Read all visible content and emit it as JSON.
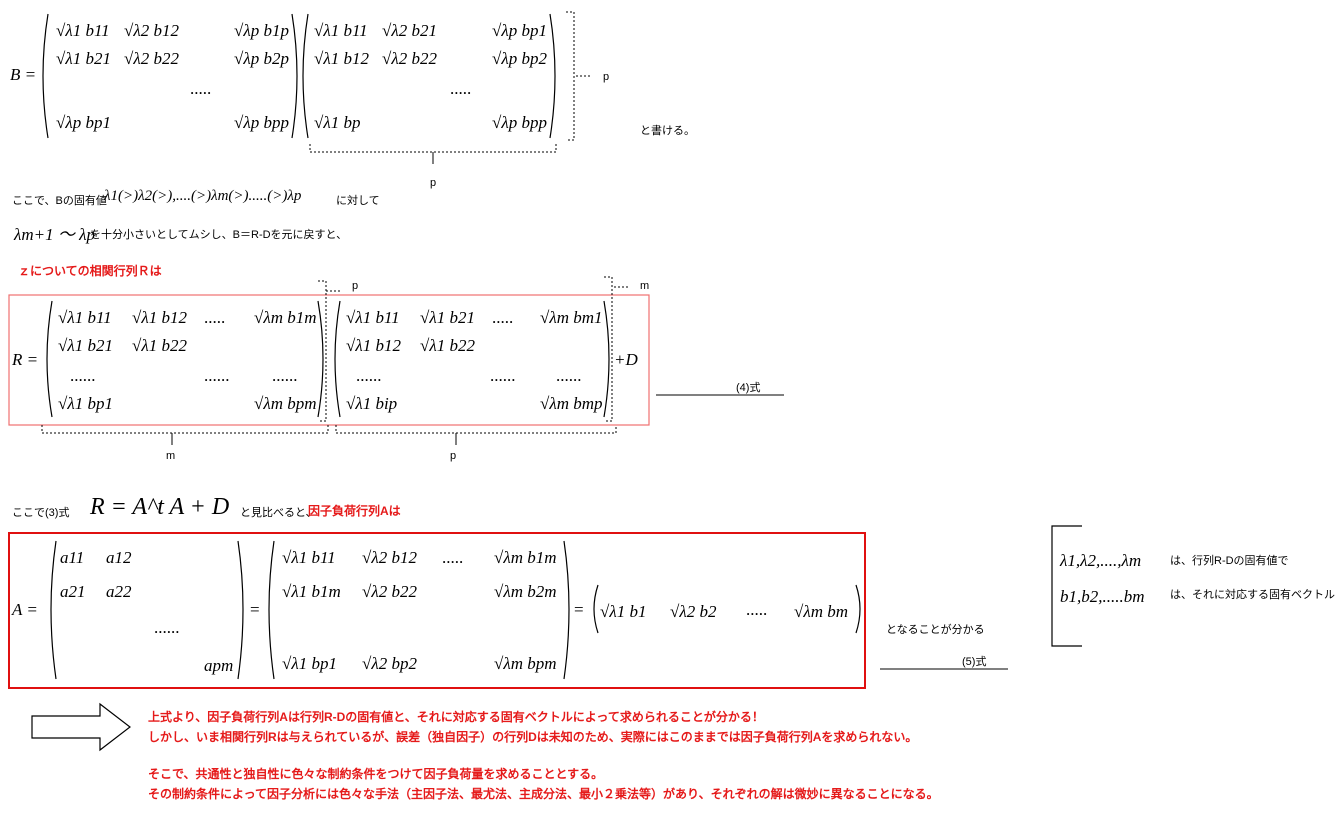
{
  "b_matrix": {
    "lhs": "B =",
    "left": [
      "√λ1 b11",
      "√λ2 b12",
      "√λp b1p",
      "√λ1 b21",
      "√λ2 b22",
      "√λp b2p",
      ".....",
      "√λp bp1",
      "√λp bpp"
    ],
    "right": [
      "√λ1 b11",
      "√λ2 b21",
      "√λp bp1",
      "√λ1 b12",
      "√λ2 b22",
      "√λp bp2",
      ".....",
      "√λ1 bp",
      "√λp bpp"
    ],
    "brace_right_label": "p",
    "brace_bottom_label": "p",
    "suffix_text": "と書ける。"
  },
  "eigen_line": {
    "prefix": "ここで、Bの固有値",
    "sequence": "λ1(>)λ2(>),....(>)λm(>).....(>)λp",
    "suffix": "に対して"
  },
  "neglect_line": {
    "range": "λm+1 〜 λp",
    "text": "を十分小さいとしてムシし、B＝R-Dを元に戻すと、"
  },
  "section_r": {
    "heading": "ｚについての相関行列Ｒは",
    "lhs": "R =",
    "left": [
      "√λ1 b11",
      "√λ1 b12",
      ".....",
      "√λm b1m",
      "√λ1 b21",
      "√λ1 b22",
      "......",
      "......",
      "......",
      "√λ1 bp1",
      "√λm bpm"
    ],
    "right": [
      "√λ1 b11",
      "√λ1 b21",
      ".....",
      "√λm bm1",
      "√λ1 b12",
      "√λ1 b22",
      "......",
      "......",
      "......",
      "√λ1 bip",
      "√λm bmp"
    ],
    "plus_d": "+D",
    "label_p_top": "p",
    "label_m_top": "m",
    "label_m_bottom": "m",
    "label_p_bottom": "p",
    "eq_label": "(4)式"
  },
  "compare_line": {
    "prefix": "ここで(3)式",
    "formula": "R = A^t A + D",
    "middle": "と見比べると、",
    "red": "因子負荷行列Aは"
  },
  "section_a": {
    "lhs": "A =",
    "a_entries": [
      "a11",
      "a12",
      "a21",
      "a22",
      "......",
      "apm"
    ],
    "mid_entries": [
      "√λ1 b11",
      "√λ2 b12",
      ".....",
      "√λm b1m",
      "√λ1 b1m",
      "√λ2 b22",
      "√λm b2m",
      "√λ1 bp1",
      "√λ2 bp2",
      "√λm bpm"
    ],
    "vec_entries": [
      "√λ1 b1",
      "√λ2 b2",
      ".....",
      "√λm bm"
    ],
    "after_text": "となることが分かる",
    "eq_label": "(5)式"
  },
  "legend": {
    "line1_math": "λ1,λ2,....,λm",
    "line1_text": "は、行列R-Dの固有値で",
    "line2_math": "b1,b2,.....bm",
    "line2_text": "は、それに対応する固有ベクトル"
  },
  "notes": {
    "line1": "上式より、因子負荷行列Aは行列R-Dの固有値と、それに対応する固有ベクトルによって求められることが分かる！",
    "line2": "しかし、いま相関行列Rは与えられているが、誤差（独自因子）の行列Dは未知のため、実際にはこのままでは因子負荷行列Aを求められない。",
    "line3": "そこで、共通性と独自性に色々な制約条件をつけて因子負荷量を求めることとする。",
    "line4": "その制約条件によって因子分析には色々な手法（主因子法、最尤法、主成分法、最小２乗法等）があり、それぞれの解は微妙に異なることになる。"
  },
  "colors": {
    "accent_red": "#e51a1a",
    "box_border_light": "#f07070",
    "box_border_strong": "#e01010"
  }
}
